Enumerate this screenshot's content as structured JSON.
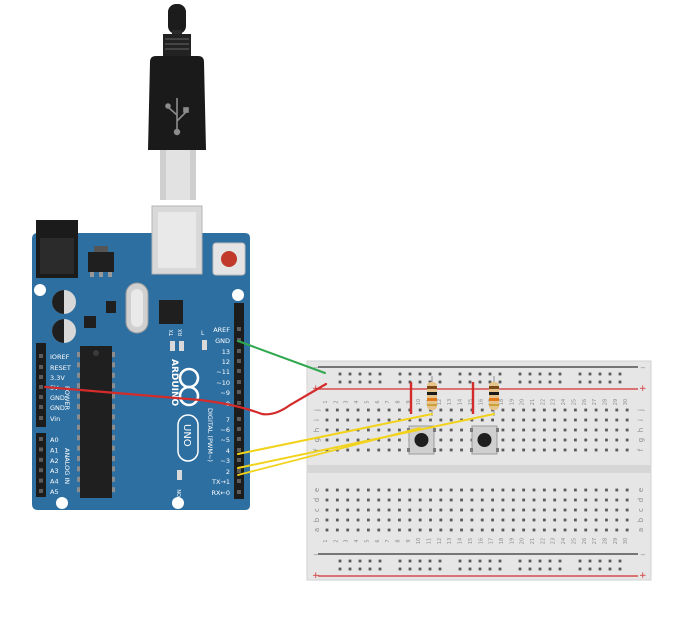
{
  "colors": {
    "board": "#2d6fa1",
    "board_dark": "#1e5580",
    "breadboard": "#e6e6e6",
    "rail_minus": "#333333",
    "rail_plus": "#d32f2f",
    "wire_gnd": "#2fa84f",
    "wire_5v": "#d42b2b",
    "wire_signal": "#f2d21b",
    "reset_button": "#c0392b"
  },
  "arduino": {
    "brand": "ARDUINO",
    "model": "UNO",
    "on_label": "ON",
    "tx_label": "TX",
    "rx_label": "RX",
    "l_label": "L",
    "digital_header_label": "DIGITAL (PWM~)",
    "power_header_label": "POWER",
    "analog_header_label": "ANALOG IN",
    "digital_pins": [
      "AREF",
      "GND",
      "13",
      "12",
      "~11",
      "~10",
      "~9",
      "8",
      "7",
      "~6",
      "~5",
      "4",
      "~3",
      "2",
      "TX→1",
      "RX←0"
    ],
    "power_pins": [
      "IOREF",
      "RESET",
      "3.3V",
      "5V",
      "GND",
      "GND",
      "Vin"
    ],
    "analog_pins": [
      "A0",
      "A1",
      "A2",
      "A3",
      "A4",
      "A5"
    ]
  },
  "breadboard": {
    "rail_minus": "−",
    "rail_plus": "+",
    "columns": [
      "1",
      "2",
      "3",
      "4",
      "5",
      "6",
      "7",
      "8",
      "9",
      "10",
      "11",
      "12",
      "13",
      "14",
      "15",
      "16",
      "17",
      "18",
      "19",
      "20",
      "21",
      "22",
      "23",
      "24",
      "25",
      "26",
      "27",
      "28",
      "29",
      "30"
    ],
    "rows_top": [
      "j",
      "i",
      "h",
      "g",
      "f"
    ],
    "rows_bottom": [
      "e",
      "d",
      "c",
      "b",
      "a"
    ]
  },
  "components": {
    "usb_cable": "usb-b-cable",
    "resistors": 2,
    "pushbuttons": 2
  }
}
